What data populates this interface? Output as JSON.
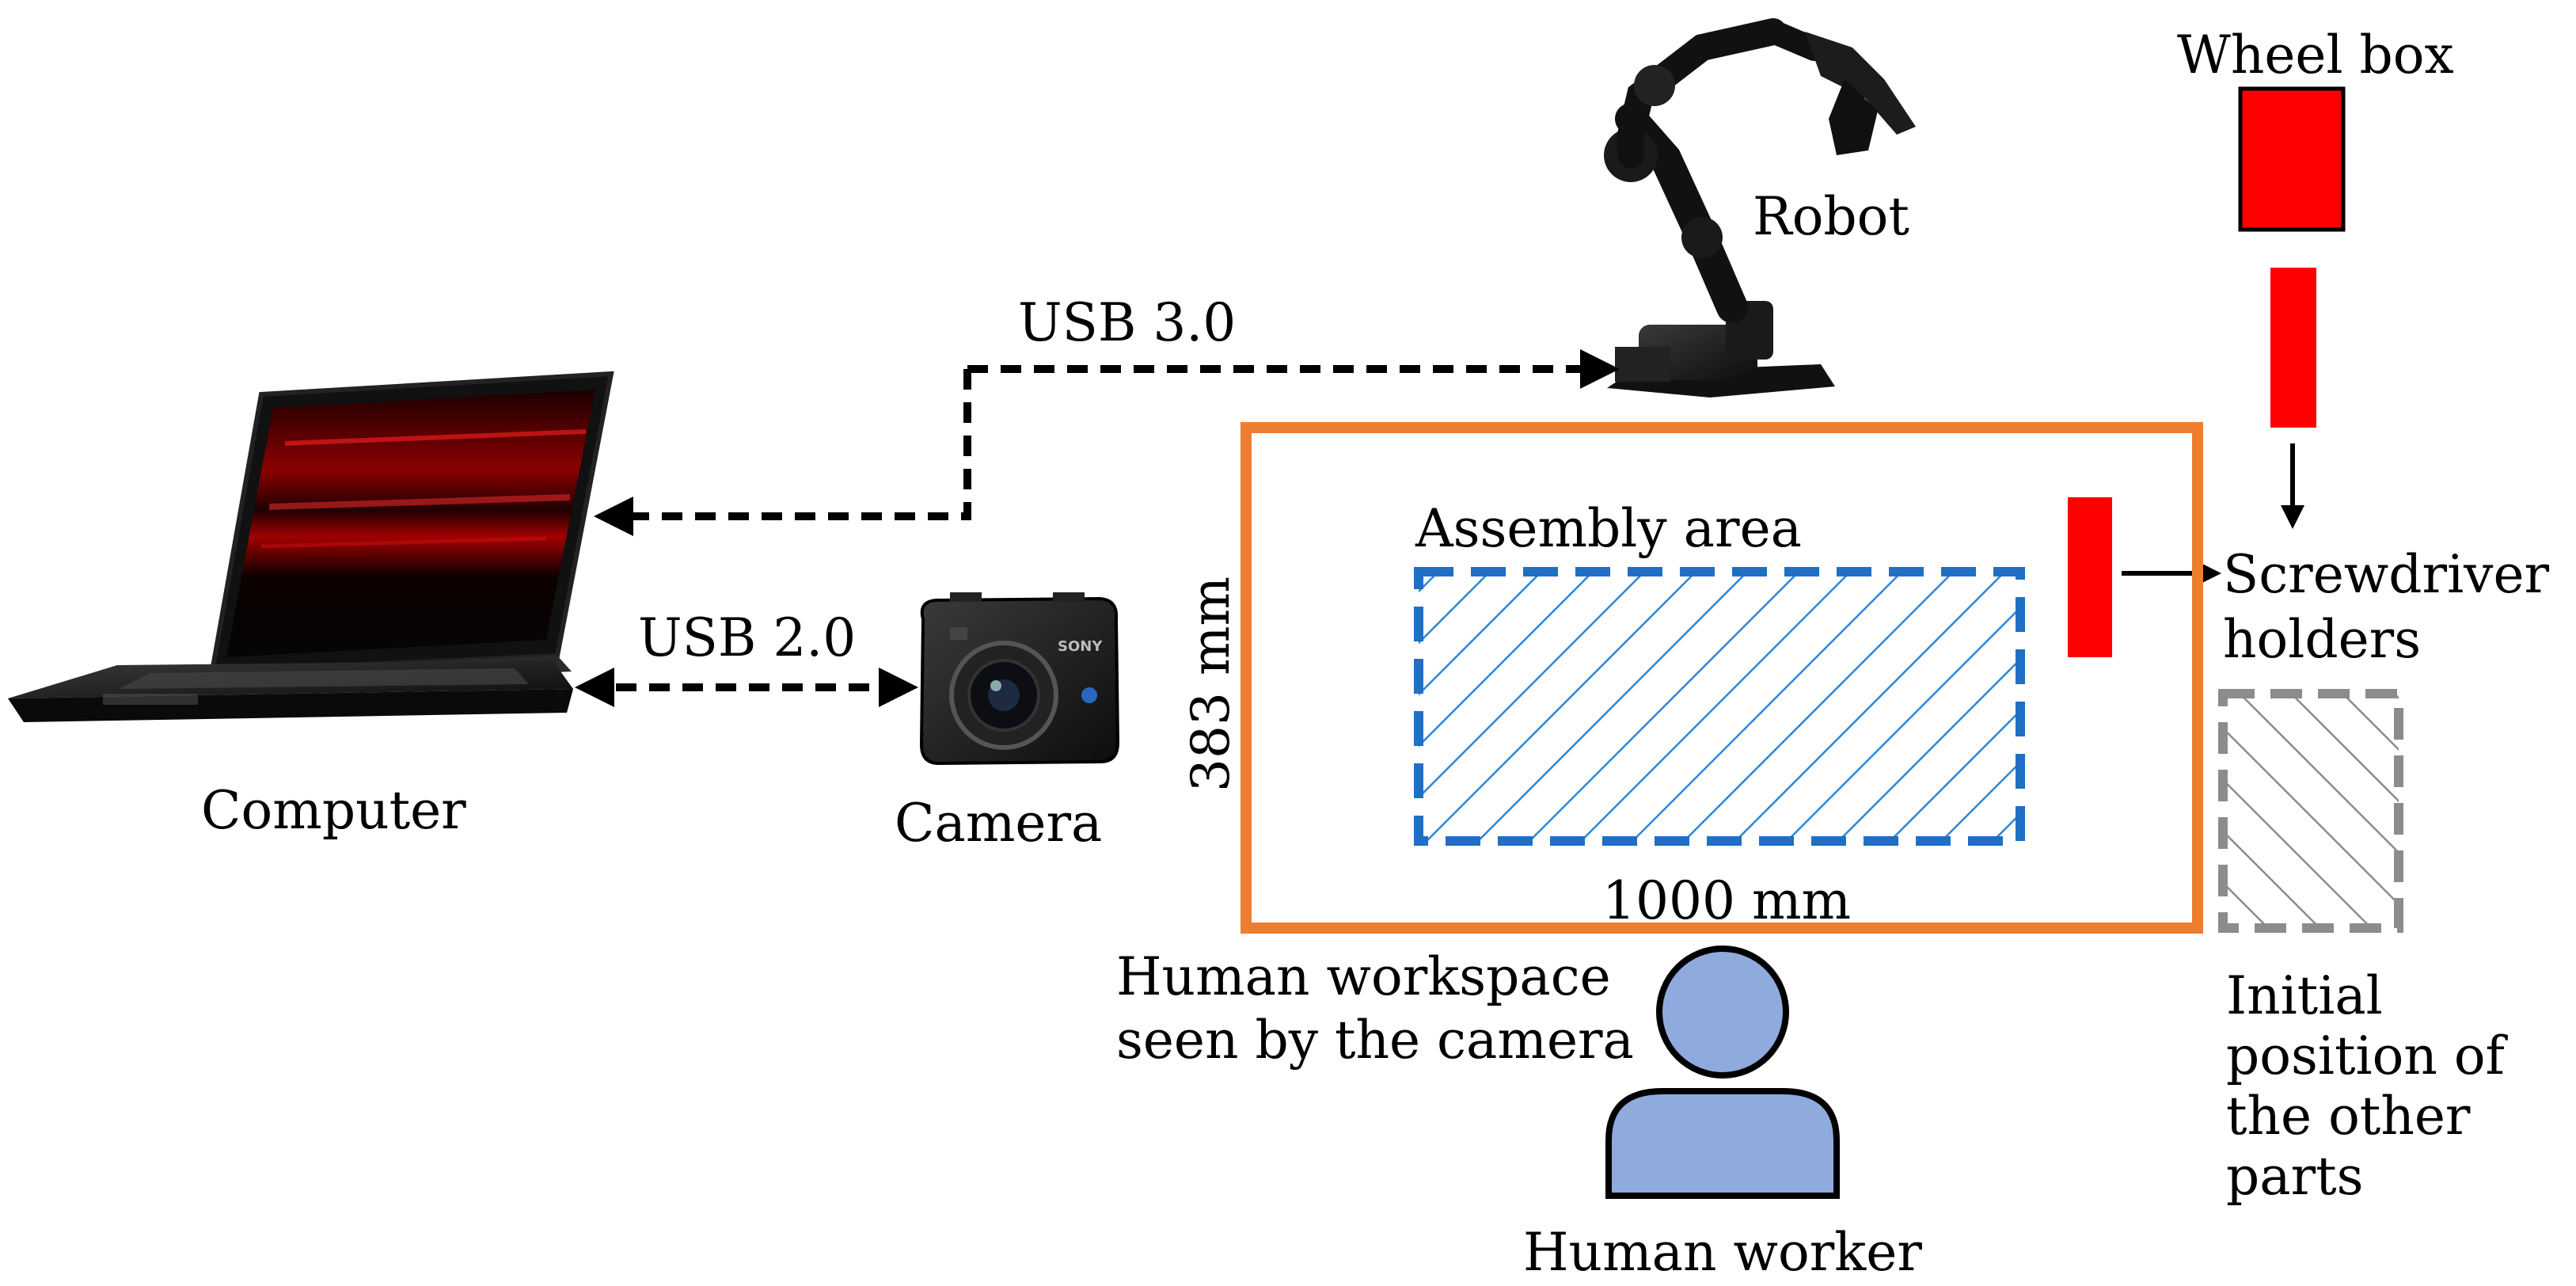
{
  "labels": {
    "wheel_box": "Wheel box",
    "robot": "Robot",
    "usb3": "USB 3.0",
    "usb2": "USB 2.0",
    "assembly_area": "Assembly area",
    "screwdriver_1": "Screwdriver",
    "screwdriver_2": "holders",
    "dim_height": "383 mm",
    "dim_width": "1000 mm",
    "computer": "Computer",
    "camera": "Camera",
    "workspace_1": "Human workspace",
    "workspace_2": "seen by the camera",
    "initial_1": "Initial",
    "initial_2": "position of",
    "initial_3": "the other",
    "initial_4": "parts",
    "human_worker": "Human worker",
    "camera_brand": "SONY"
  },
  "colors": {
    "workspace_border": "#ED7D31",
    "assembly_border": "#1F6FC5",
    "parts_border": "#8C8C8C",
    "red_part": "#FF0000",
    "human_fill": "#8FAADC",
    "arrow": "#000000"
  },
  "icons": {
    "computer": "laptop-icon",
    "camera": "camera-icon",
    "robot": "robot-arm-icon",
    "human": "person-icon"
  }
}
